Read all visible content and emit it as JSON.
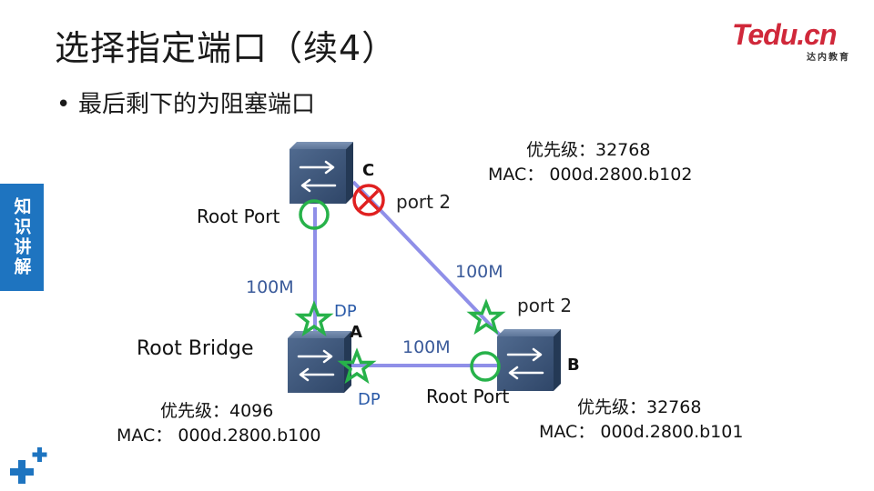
{
  "slide": {
    "title": "选择指定端口（续4）",
    "bullet": "最后剩下的为阻塞端口",
    "side_tab": "知识讲解"
  },
  "logo": {
    "main": "Tedu.cn",
    "sub": "达内教育"
  },
  "nodes": {
    "A": {
      "letter": "A",
      "role": "Root Bridge",
      "priority": "优先级：4096",
      "mac": "MAC： 000d.2800.b100"
    },
    "B": {
      "letter": "B",
      "priority": "优先级：32768",
      "mac": "MAC： 000d.2800.b101"
    },
    "C": {
      "letter": "C",
      "priority": "优先级：32768",
      "mac": "MAC： 000d.2800.b102"
    }
  },
  "links": {
    "ac": "100M",
    "cb": "100M",
    "ab": "100M"
  },
  "ports": {
    "c_root": "Root Port",
    "c_port2": "port 2",
    "b_root": "Root Port",
    "b_port2": "port 2",
    "a_dp_up": "DP",
    "a_dp_right": "DP"
  },
  "colors": {
    "link": "#8f8fe8",
    "root_port": "#27b24a",
    "designated_port": "#27b24a",
    "blocked_port": "#e02020",
    "side_tab": "#1e74c0",
    "logo": "#d0283a",
    "label_blue": "#3a5a9a"
  }
}
